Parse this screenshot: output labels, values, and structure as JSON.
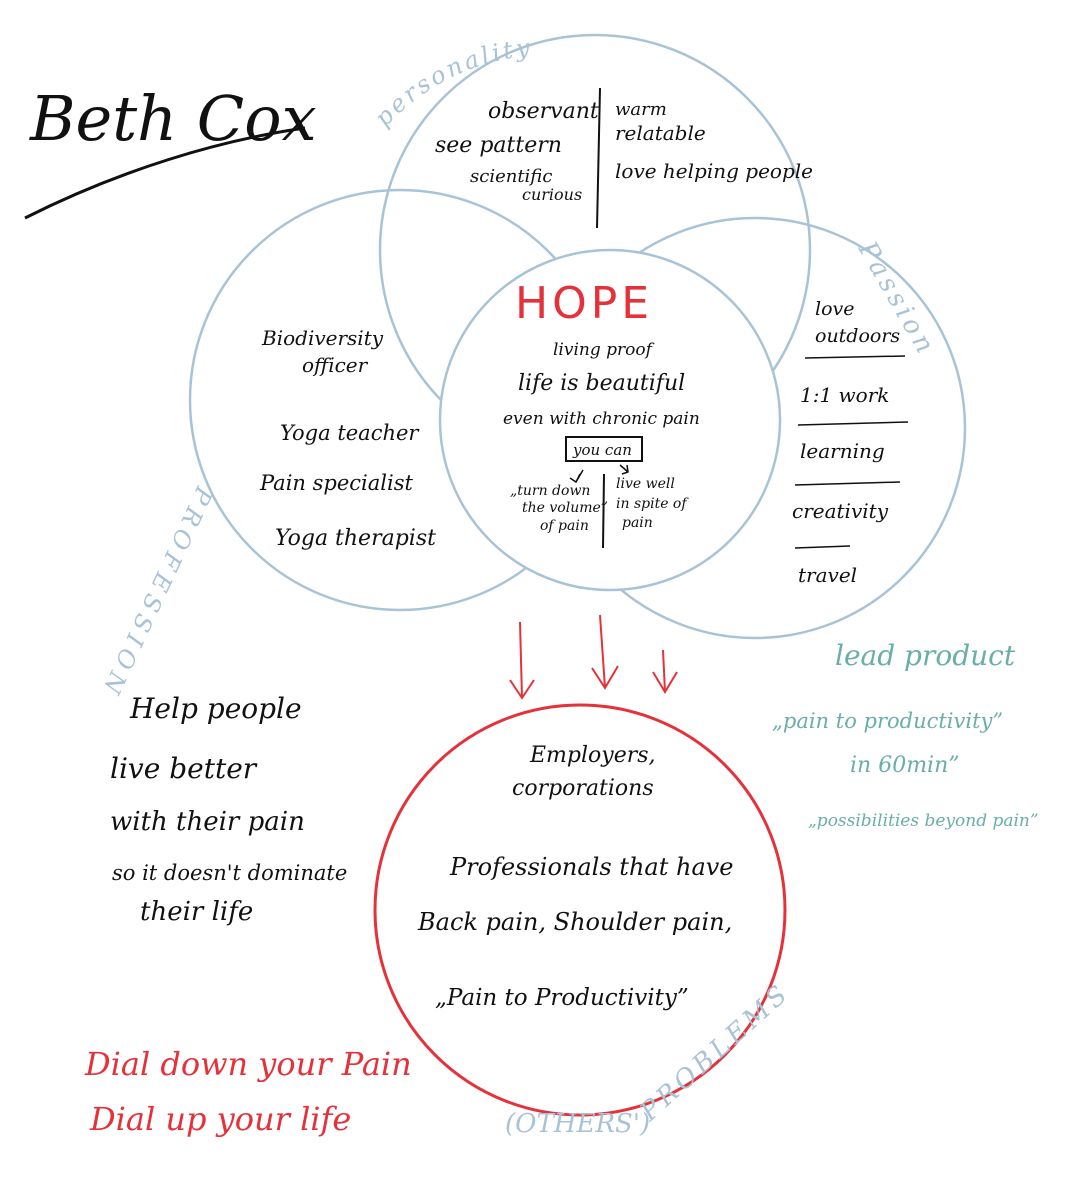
{
  "title": "Beth Cox",
  "circles": {
    "personality": {
      "label": "personality",
      "left": [
        "observant",
        "see pattern",
        "scientific",
        "curious"
      ],
      "right": [
        "warm",
        "relatable",
        "love helping people"
      ]
    },
    "passion": {
      "label": "Passion",
      "items": [
        "love",
        "outdoors",
        "1:1 work",
        "learning",
        "creativity",
        "travel"
      ]
    },
    "profession": {
      "label": "PROFESSION",
      "items": [
        "Biodiversity",
        "officer",
        "Yoga teacher",
        "Pain specialist",
        "Yoga therapist"
      ]
    },
    "hope": {
      "heading": "HOPE",
      "lines": [
        "living proof",
        "life is beautiful",
        "even with chronic pain"
      ],
      "box": "you can",
      "left": [
        "„turn down",
        "the volume”",
        "of pain"
      ],
      "right": [
        "live well",
        "in spite of",
        "pain"
      ]
    },
    "problems": {
      "label_prefix": "(OTHERS')",
      "label": "PROBLEMS",
      "lines": [
        "Employers,",
        "corporations",
        "Professionals that have",
        "Back pain, Shoulder pain,",
        "„Pain to Productivity”"
      ]
    }
  },
  "mission": [
    "Help people",
    "live better",
    "with their pain",
    "so it doesn't dominate",
    "their life"
  ],
  "tagline": [
    "Dial down your Pain",
    "Dial up your life"
  ],
  "lead_product": [
    "lead product",
    "„pain to productivity”",
    "in 60min”",
    "„possibilities beyond pain”"
  ],
  "colors": {
    "ink": "#111111",
    "red": "#e5323a",
    "blue": "#a9c3d6",
    "teal": "#6aaea8"
  }
}
